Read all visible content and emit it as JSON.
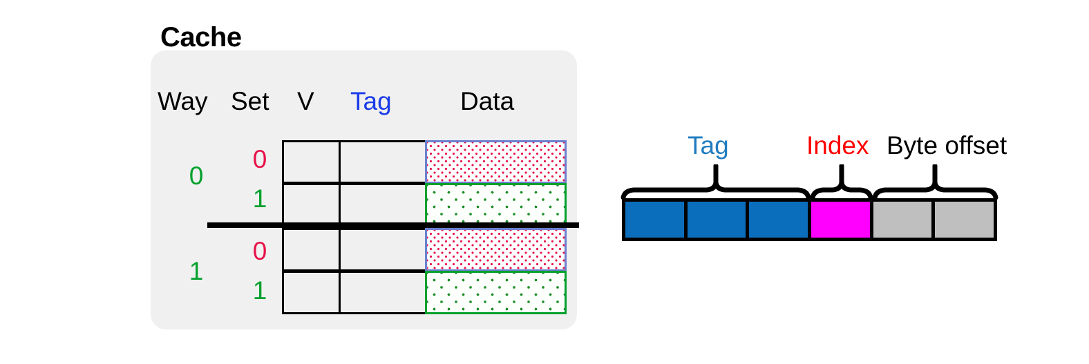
{
  "cache": {
    "title": "Cache",
    "headers": {
      "way": "Way",
      "set": "Set",
      "valid": "V",
      "tag": "Tag",
      "data": "Data"
    },
    "header_colors": {
      "tag": "#1a3be8",
      "default": "#000000"
    },
    "panel_color": "#f0f0f0",
    "ways": [
      {
        "label": "0"
      },
      {
        "label": "1"
      }
    ],
    "way_label_color": "#00a02c",
    "rows": [
      {
        "way": "0",
        "set": "0",
        "set_color": "#e8124a",
        "valid": "",
        "tag": "",
        "data_pattern": "red-dots"
      },
      {
        "way": "0",
        "set": "1",
        "set_color": "#00a02c",
        "valid": "",
        "tag": "",
        "data_pattern": "green-dots"
      },
      {
        "way": "1",
        "set": "0",
        "set_color": "#e8124a",
        "valid": "",
        "tag": "",
        "data_pattern": "red-dots"
      },
      {
        "way": "1",
        "set": "1",
        "set_color": "#00a02c",
        "valid": "",
        "tag": "",
        "data_pattern": "green-dots"
      }
    ],
    "data_pattern_colors": {
      "red_dots": "#e8124a",
      "red_border": "#6c7fd0",
      "green_dots": "#1f8f2a",
      "green_border": "#00a02c"
    }
  },
  "address": {
    "fields": [
      {
        "label": "Tag",
        "color": "#1f7cc0",
        "cells": 3,
        "cell_color": "#0a6ebd"
      },
      {
        "label": "Index",
        "color": "#ff0000",
        "cells": 1,
        "cell_color": "#ff00ff"
      },
      {
        "label": "Byte offset",
        "color": "#000000",
        "cells": 2,
        "cell_color": "#bfbfbf"
      }
    ],
    "cells": [
      {
        "field": "tag",
        "color": "#0a6ebd"
      },
      {
        "field": "tag",
        "color": "#0a6ebd"
      },
      {
        "field": "tag",
        "color": "#0a6ebd"
      },
      {
        "field": "index",
        "color": "#ff00ff"
      },
      {
        "field": "offset",
        "color": "#bfbfbf"
      },
      {
        "field": "offset",
        "color": "#bfbfbf"
      }
    ],
    "frame_color": "#000000"
  }
}
